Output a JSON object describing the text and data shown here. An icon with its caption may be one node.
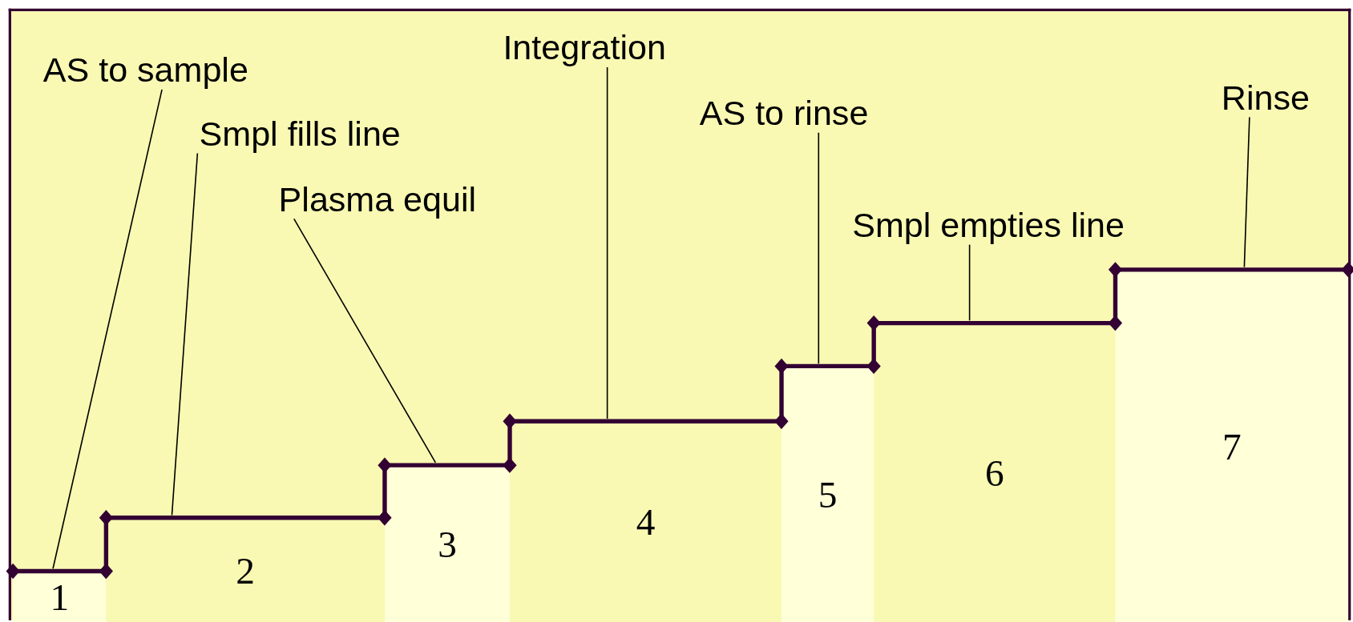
{
  "diagram": {
    "nodes": [
      {
        "text": [
          "AS to sample"
        ]
      },
      {
        "text": [
          "Smpl fills line"
        ]
      },
      {
        "text": [
          "Plasma equil"
        ]
      },
      {
        "text": [
          "Integration"
        ]
      },
      {
        "text": [
          "AS to rinse"
        ]
      },
      {
        "text": [
          "Smpl empties line"
        ]
      },
      {
        "text": [
          "Rinse"
        ]
      },
      {
        "text": [
          "1"
        ]
      },
      {
        "text": [
          "2"
        ]
      },
      {
        "text": [
          "3"
        ]
      },
      {
        "text": [
          "4"
        ]
      },
      {
        "text": [
          "5"
        ]
      },
      {
        "text": [
          "6"
        ]
      },
      {
        "text": [
          "7"
        ]
      }
    ],
    "edges": [
      {
        "from": 0,
        "to": 7,
        "arrow": "none"
      },
      {
        "from": 1,
        "to": 8,
        "arrow": "none"
      },
      {
        "from": 2,
        "to": 9,
        "arrow": "none"
      },
      {
        "from": 3,
        "to": 10,
        "arrow": "none"
      },
      {
        "from": 4,
        "to": 11,
        "arrow": "none"
      },
      {
        "from": 5,
        "to": 12,
        "arrow": "none"
      },
      {
        "from": 6,
        "to": 13,
        "arrow": "none"
      }
    ]
  }
}
